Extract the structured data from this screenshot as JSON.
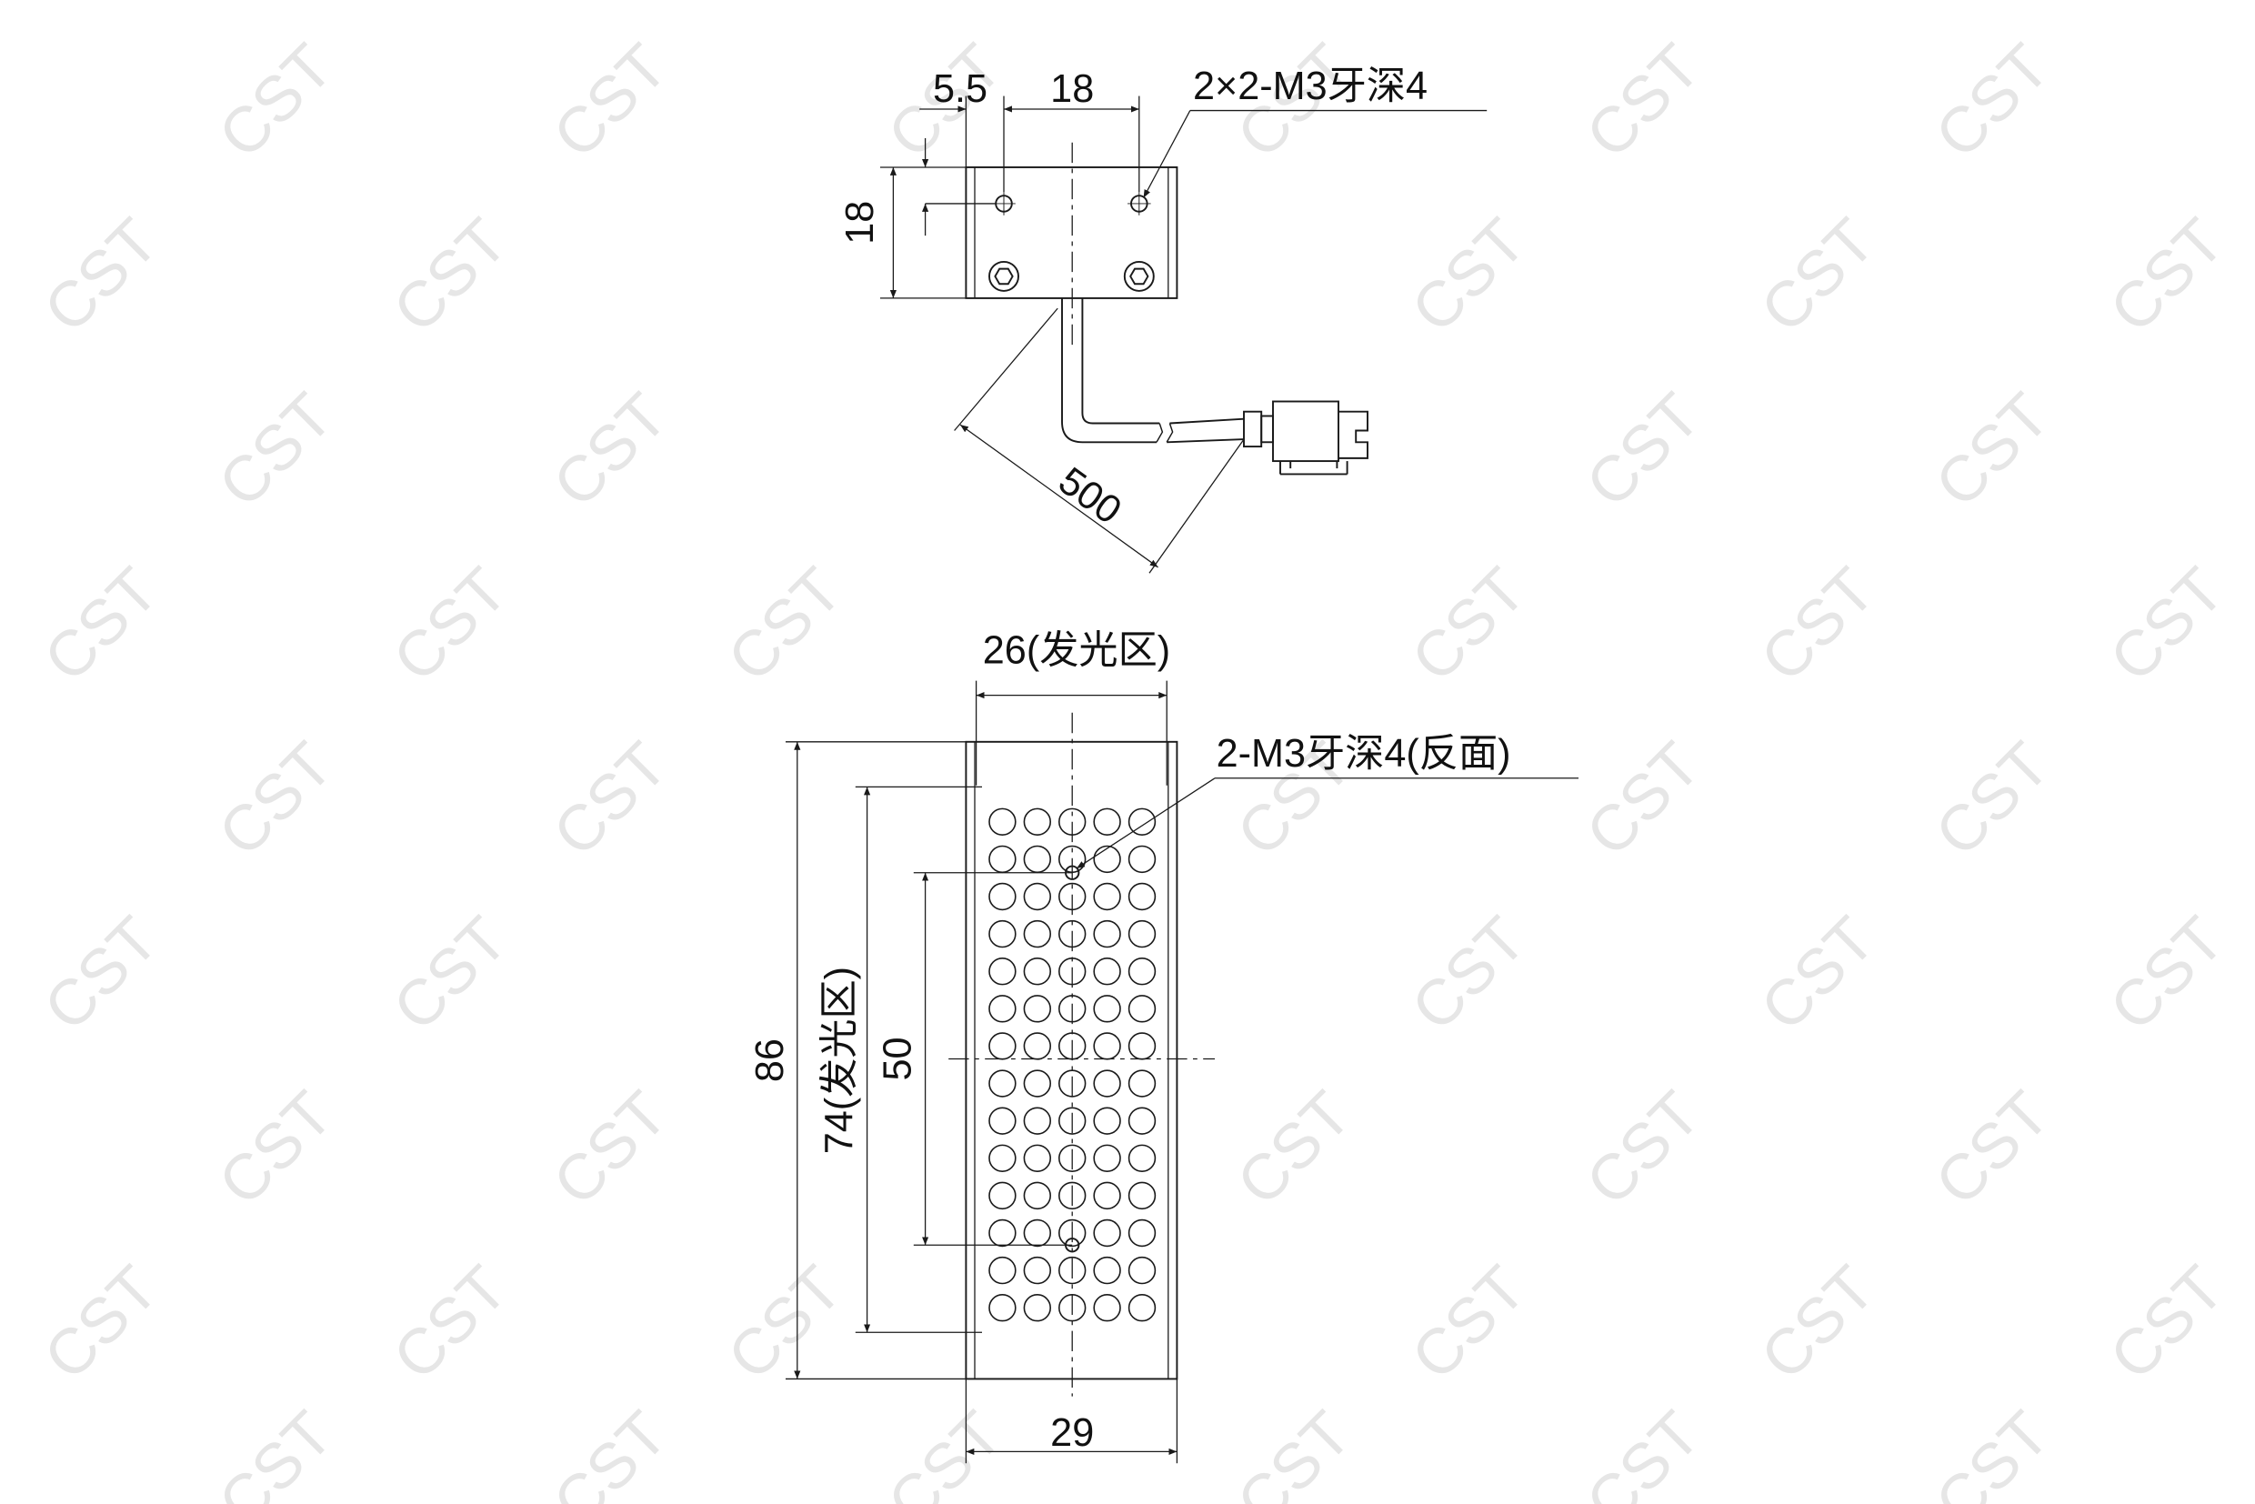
{
  "watermark": {
    "text": "CST"
  },
  "top_view": {
    "dim_offset": "5.5",
    "dim_hole_spacing": "18",
    "dim_height": "18",
    "hole_note": "2×2-M3牙深4",
    "dim_cable": "500"
  },
  "front_view": {
    "dim_emitting_width": "26(发光区)",
    "hole_note": "2-M3牙深4(反面)",
    "dim_total_length": "86",
    "dim_emitting_length": "74(发光区)",
    "dim_hole_spacing": "50",
    "dim_total_width": "29",
    "led_grid": {
      "rows": 14,
      "columns": 5
    }
  },
  "colors": {
    "line": "#1a1a1a",
    "watermark": "#e6e6e6",
    "background": "#ffffff"
  }
}
